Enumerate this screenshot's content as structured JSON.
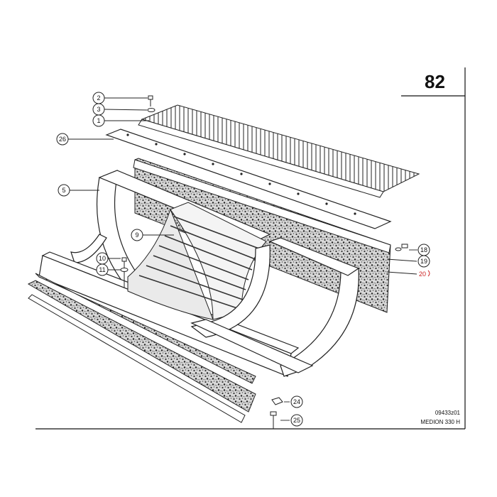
{
  "page_number": "82",
  "drawing_code": "09433z01",
  "model": "MEDION 330 H",
  "callouts": [
    {
      "id": "2",
      "label": "2"
    },
    {
      "id": "3",
      "label": "3"
    },
    {
      "id": "1",
      "label": "1"
    },
    {
      "id": "26",
      "label": "26"
    },
    {
      "id": "5",
      "label": "5"
    },
    {
      "id": "9",
      "label": "9"
    },
    {
      "id": "10",
      "label": "10"
    },
    {
      "id": "11",
      "label": "11"
    },
    {
      "id": "18",
      "label": "18"
    },
    {
      "id": "19",
      "label": "19"
    },
    {
      "id": "20",
      "label": "20"
    },
    {
      "id": "24",
      "label": "24"
    },
    {
      "id": "25",
      "label": "25"
    }
  ],
  "colors": {
    "line": "#1a1a1a",
    "accent_label": "#cc2222"
  }
}
